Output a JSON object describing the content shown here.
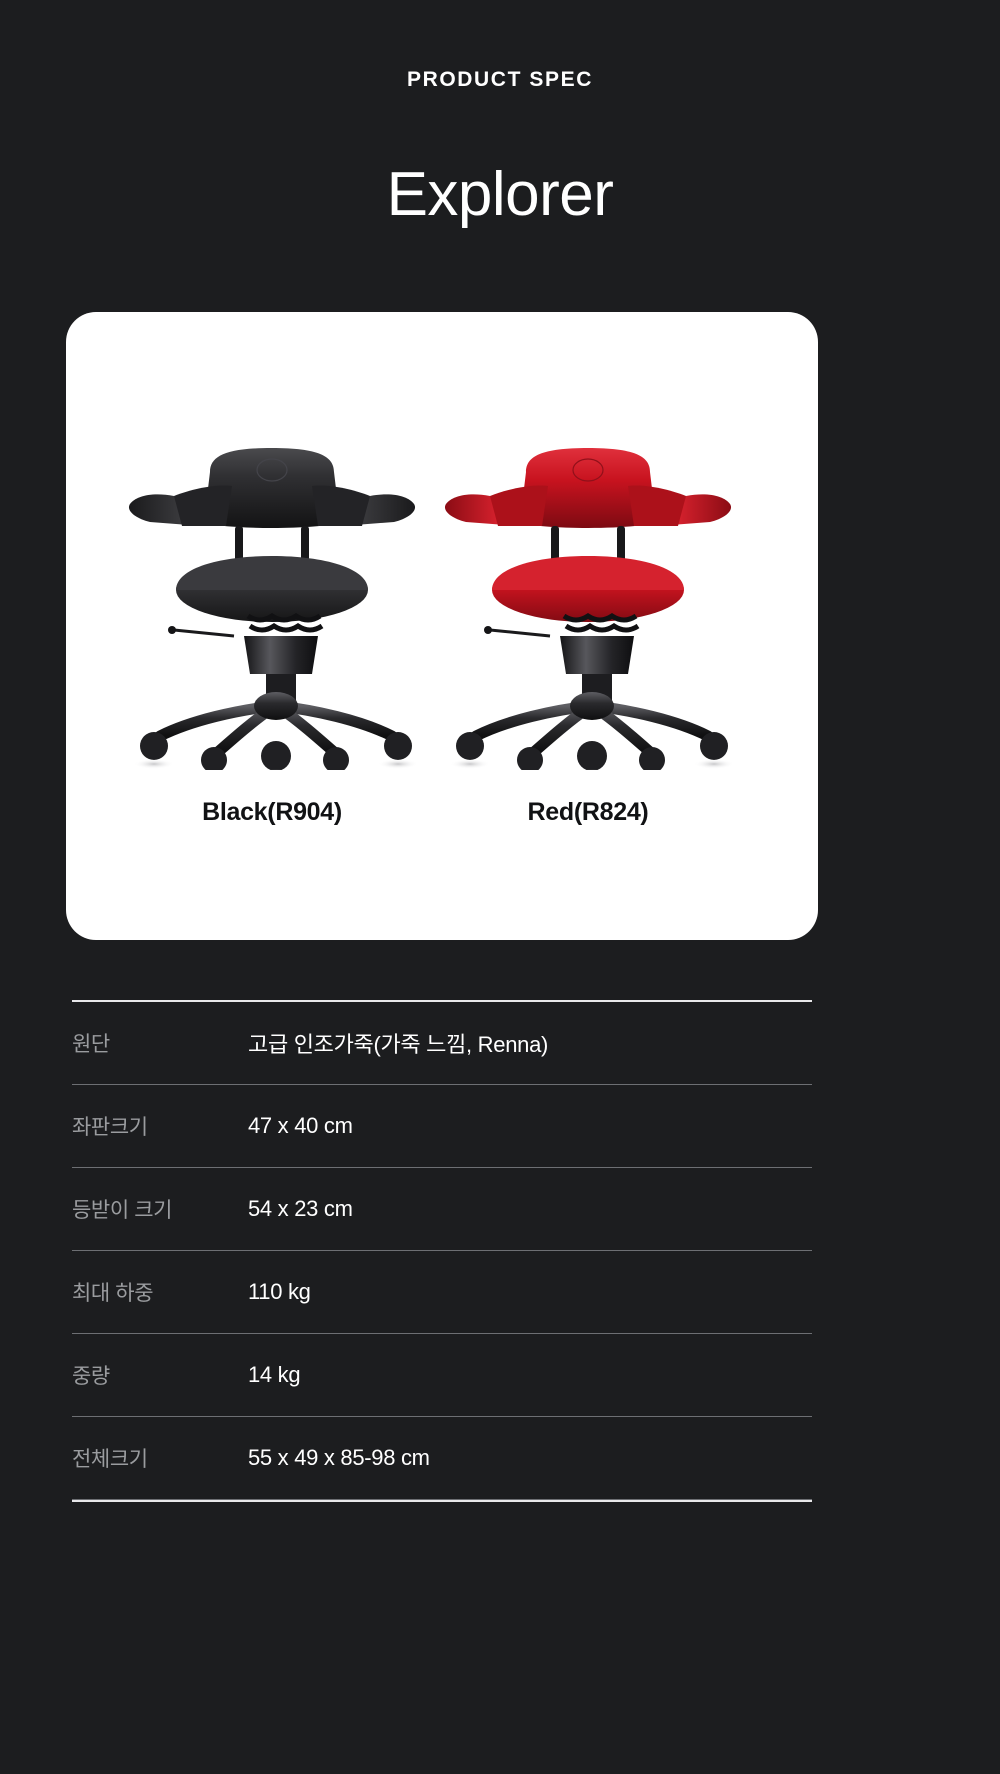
{
  "header": {
    "eyebrow": "PRODUCT SPEC",
    "title": "Explorer"
  },
  "theme": {
    "background": "#1c1d1f",
    "card_background": "#ffffff",
    "text_primary": "#ffffff",
    "text_muted": "#9a9c9f",
    "rule_bright": "#e8e8ea",
    "rule_dim": "#6d6f73",
    "chair_red": "#c8131f",
    "chair_black": "#262628"
  },
  "product_card": {
    "variants": [
      {
        "label": "Black(R904)",
        "color_name": "Black",
        "color_code": "R904",
        "swatch": "#262628"
      },
      {
        "label": "Red(R824)",
        "color_name": "Red",
        "color_code": "R824",
        "swatch": "#c8131f"
      }
    ]
  },
  "spec_table": {
    "rows": [
      {
        "label": "원단",
        "value": "고급 인조가죽(가죽 느낌, Renna)"
      },
      {
        "label": "좌판크기",
        "value": "47 x 40 cm"
      },
      {
        "label": "등받이 크기",
        "value": "54 x 23 cm"
      },
      {
        "label": "최대 하중",
        "value": "110 kg"
      },
      {
        "label": "중량",
        "value": "14 kg"
      },
      {
        "label": "전체크기",
        "value": "55 x 49 x 85-98 cm"
      }
    ]
  }
}
